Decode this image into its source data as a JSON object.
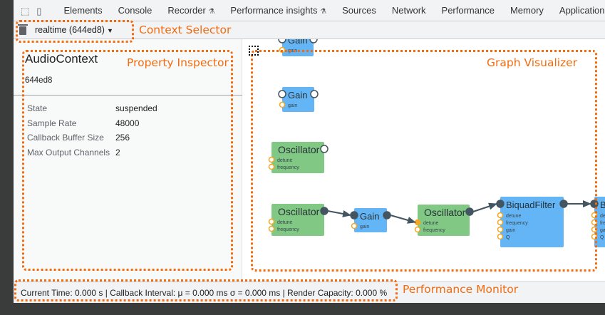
{
  "toolbar": {
    "icons": [
      "inspect-element-icon",
      "device-toolbar-icon"
    ],
    "tabs": [
      {
        "label": "Elements"
      },
      {
        "label": "Console"
      },
      {
        "label": "Recorder",
        "experimental": true
      },
      {
        "label": "Performance insights",
        "experimental": true
      },
      {
        "label": "Sources"
      },
      {
        "label": "Network"
      },
      {
        "label": "Performance"
      },
      {
        "label": "Memory"
      },
      {
        "label": "Application"
      }
    ],
    "flask_glyph": "⚗"
  },
  "context": {
    "selected": "realtime (644ed8)",
    "icon": "trash-icon"
  },
  "inspector": {
    "title": "AudioContext",
    "id": "644ed8",
    "properties": [
      {
        "key": "State",
        "value": "suspended"
      },
      {
        "key": "Sample Rate",
        "value": "48000"
      },
      {
        "key": "Callback Buffer Size",
        "value": "256"
      },
      {
        "key": "Max Output Channels",
        "value": "2"
      }
    ]
  },
  "graph": {
    "colors": {
      "source": "#80c883",
      "processor": "#64b5f6",
      "port": "#425560",
      "param": "#f5a623"
    },
    "nodes": [
      {
        "id": "g1",
        "label": "Gain",
        "type": "processor",
        "params": [
          "gain"
        ]
      },
      {
        "id": "g2",
        "label": "Gain",
        "type": "processor",
        "params": [
          "gain"
        ]
      },
      {
        "id": "o1",
        "label": "Oscillator",
        "type": "source",
        "params": [
          "detune",
          "frequency"
        ]
      },
      {
        "id": "o2",
        "label": "Oscillator",
        "type": "source",
        "params": [
          "detune",
          "frequency"
        ]
      },
      {
        "id": "g3",
        "label": "Gain",
        "type": "processor",
        "params": [
          "gain"
        ]
      },
      {
        "id": "o3",
        "label": "Oscillator",
        "type": "source",
        "params": [
          "detune",
          "frequency"
        ]
      },
      {
        "id": "b1",
        "label": "BiquadFilter",
        "type": "processor",
        "params": [
          "detune",
          "frequency",
          "gain",
          "Q"
        ]
      },
      {
        "id": "b2",
        "label": "BiquadFilter",
        "type": "processor",
        "params": [
          "detune",
          "frequency",
          "gain",
          "Q"
        ]
      }
    ],
    "edges": [
      {
        "from": "o2",
        "to": "g3"
      },
      {
        "from": "g3",
        "to": "o3",
        "param": "detune"
      },
      {
        "from": "o3",
        "to": "b1"
      },
      {
        "from": "b1",
        "to": "b2"
      }
    ]
  },
  "status": {
    "text": "Current Time: 0.000 s | Callback Interval: μ = 0.000 ms σ = 0.000 ms | Render Capacity: 0.000 %"
  },
  "annotations": {
    "context": "Context Selector",
    "inspector": "Property Inspector",
    "graph": "Graph Visualizer",
    "performance": "Performance Monitor"
  }
}
